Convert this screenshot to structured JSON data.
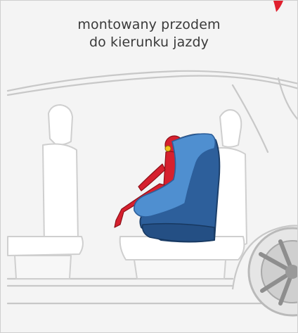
{
  "caption": {
    "line1": "montowany przodem",
    "line2": "do kierunku jazdy"
  },
  "colors": {
    "background": "#f4f4f4",
    "car_outline": "#c8c8c8",
    "seat_shell": "#2d5f9b",
    "seat_cushion": "#4f8fd0",
    "child_figure": "#d6202e",
    "accent_red": "#e0202e"
  },
  "icons": {
    "car": "car-interior-illustration",
    "child_seat": "child-car-seat-illustration",
    "wheel": "wheel-icon"
  }
}
